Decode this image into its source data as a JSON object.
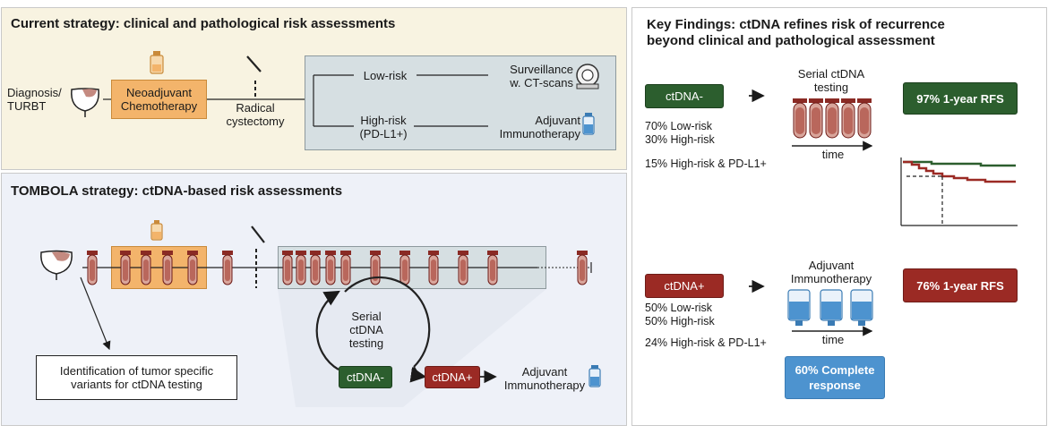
{
  "current": {
    "title": "Current strategy: clinical and pathological risk assessments",
    "diagnosis": "Diagnosis/\nTURBT",
    "neoadjuvant": "Neoadjuvant\nChemotherapy",
    "cystectomy": "Radical\ncystectomy",
    "low_risk": "Low-risk",
    "high_risk": "High-risk\n(PD-L1+)",
    "surveillance": "Surveillance\nw. CT-scans",
    "adjuvant": "Adjuvant\nImmunotherapy"
  },
  "tombola": {
    "title": "TOMBOLA strategy: ctDNA-based risk assessments",
    "serial": "Serial\nctDNA\ntesting",
    "identification": "Identification of tumor specific\nvariants for ctDNA testing",
    "ctdna_neg": "ctDNA-",
    "ctdna_pos": "ctDNA+",
    "adjuvant": "Adjuvant\nImmunotherapy"
  },
  "findings": {
    "title": "Key Findings: ctDNA refines risk of recurrence\nbeyond clinical and pathological assessment",
    "neg_badge": "ctDNA-",
    "neg_stats": "70% Low-risk\n30% High-risk",
    "neg_pdl1": "15% High-risk & PD-L1+",
    "serial": "Serial ctDNA\ntesting",
    "time": "time",
    "neg_rfs": "97% 1-year RFS",
    "pos_badge": "ctDNA+",
    "pos_stats": "50% Low-risk\n50% High-risk",
    "pos_pdl1": "24% High-risk & PD-L1+",
    "adjuvant": "Adjuvant\nImmunotherapy",
    "time2": "time",
    "pos_rfs": "76% 1-year RFS",
    "complete": "60% Complete\nresponse"
  },
  "colors": {
    "cream": "#f8f3e1",
    "lavender": "#eef1f8",
    "gray_box": "#d6dfe2",
    "orange": "#f3b46b",
    "green": "#2c5e2e",
    "red": "#9b2a24",
    "blue": "#4d93cf",
    "tube": "#c48a80"
  }
}
